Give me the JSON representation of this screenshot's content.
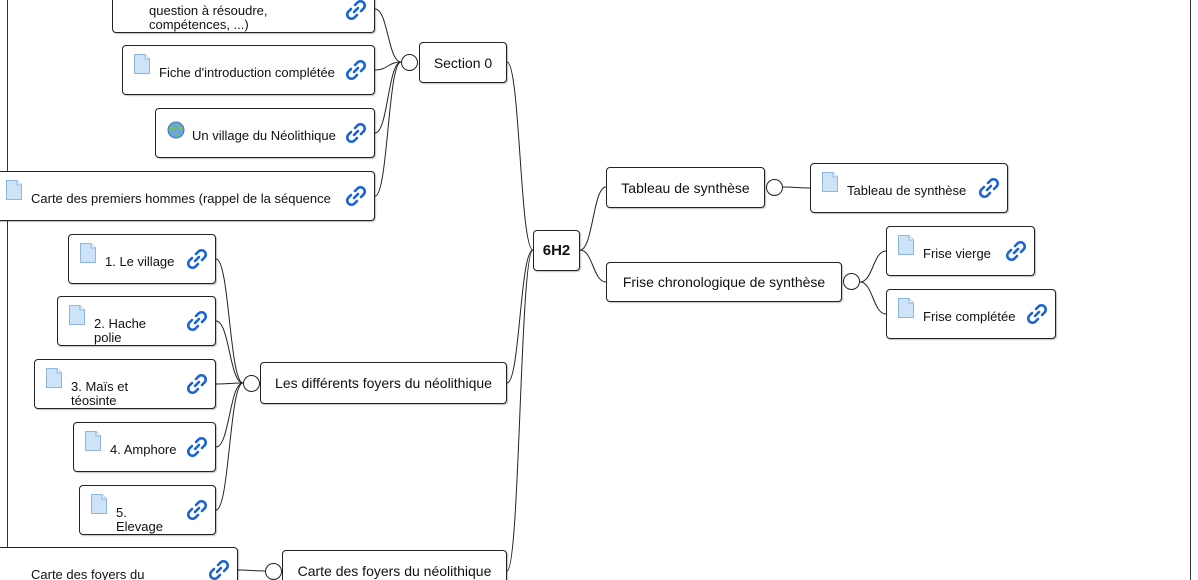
{
  "root": {
    "label": "6H2"
  },
  "sections": [
    {
      "label": "Section 0",
      "leaves": [
        {
          "label": "question à résoudre, compétences, ...)",
          "icon": "document-icon"
        },
        {
          "label": "Fiche d'introduction complétée",
          "icon": "document-icon"
        },
        {
          "label": "Un village du Néolithique",
          "icon": "web-page-icon"
        },
        {
          "label": "Carte des premiers hommes (rappel de la séquence",
          "icon": "document-icon"
        }
      ]
    },
    {
      "label": "Les différents foyers du néolithique",
      "leaves": [
        {
          "label": "1. Le village",
          "icon": "document-icon"
        },
        {
          "label": "2. Hache polie",
          "icon": "document-icon"
        },
        {
          "label": "3. Maïs et téosinte",
          "icon": "document-icon"
        },
        {
          "label": "4. Amphore",
          "icon": "document-icon"
        },
        {
          "label": "5. Elevage",
          "icon": "document-icon"
        }
      ]
    },
    {
      "label": "Carte des foyers du néolithique",
      "leaves": [
        {
          "label": "Carte des foyers du néolithique",
          "icon": "document-icon"
        }
      ]
    },
    {
      "label": "Tableau de synthèse",
      "leaves": [
        {
          "label": "Tableau de synthèse",
          "icon": "document-icon"
        }
      ]
    },
    {
      "label": "Frise chronologique de synthèse",
      "leaves": [
        {
          "label": "Frise vierge",
          "icon": "document-icon"
        },
        {
          "label": "Frise complétée",
          "icon": "document-icon"
        }
      ]
    }
  ],
  "colors": {
    "link_icon": "#1a63d6",
    "doc_icon": "#cde3f7",
    "line": "#222222"
  }
}
